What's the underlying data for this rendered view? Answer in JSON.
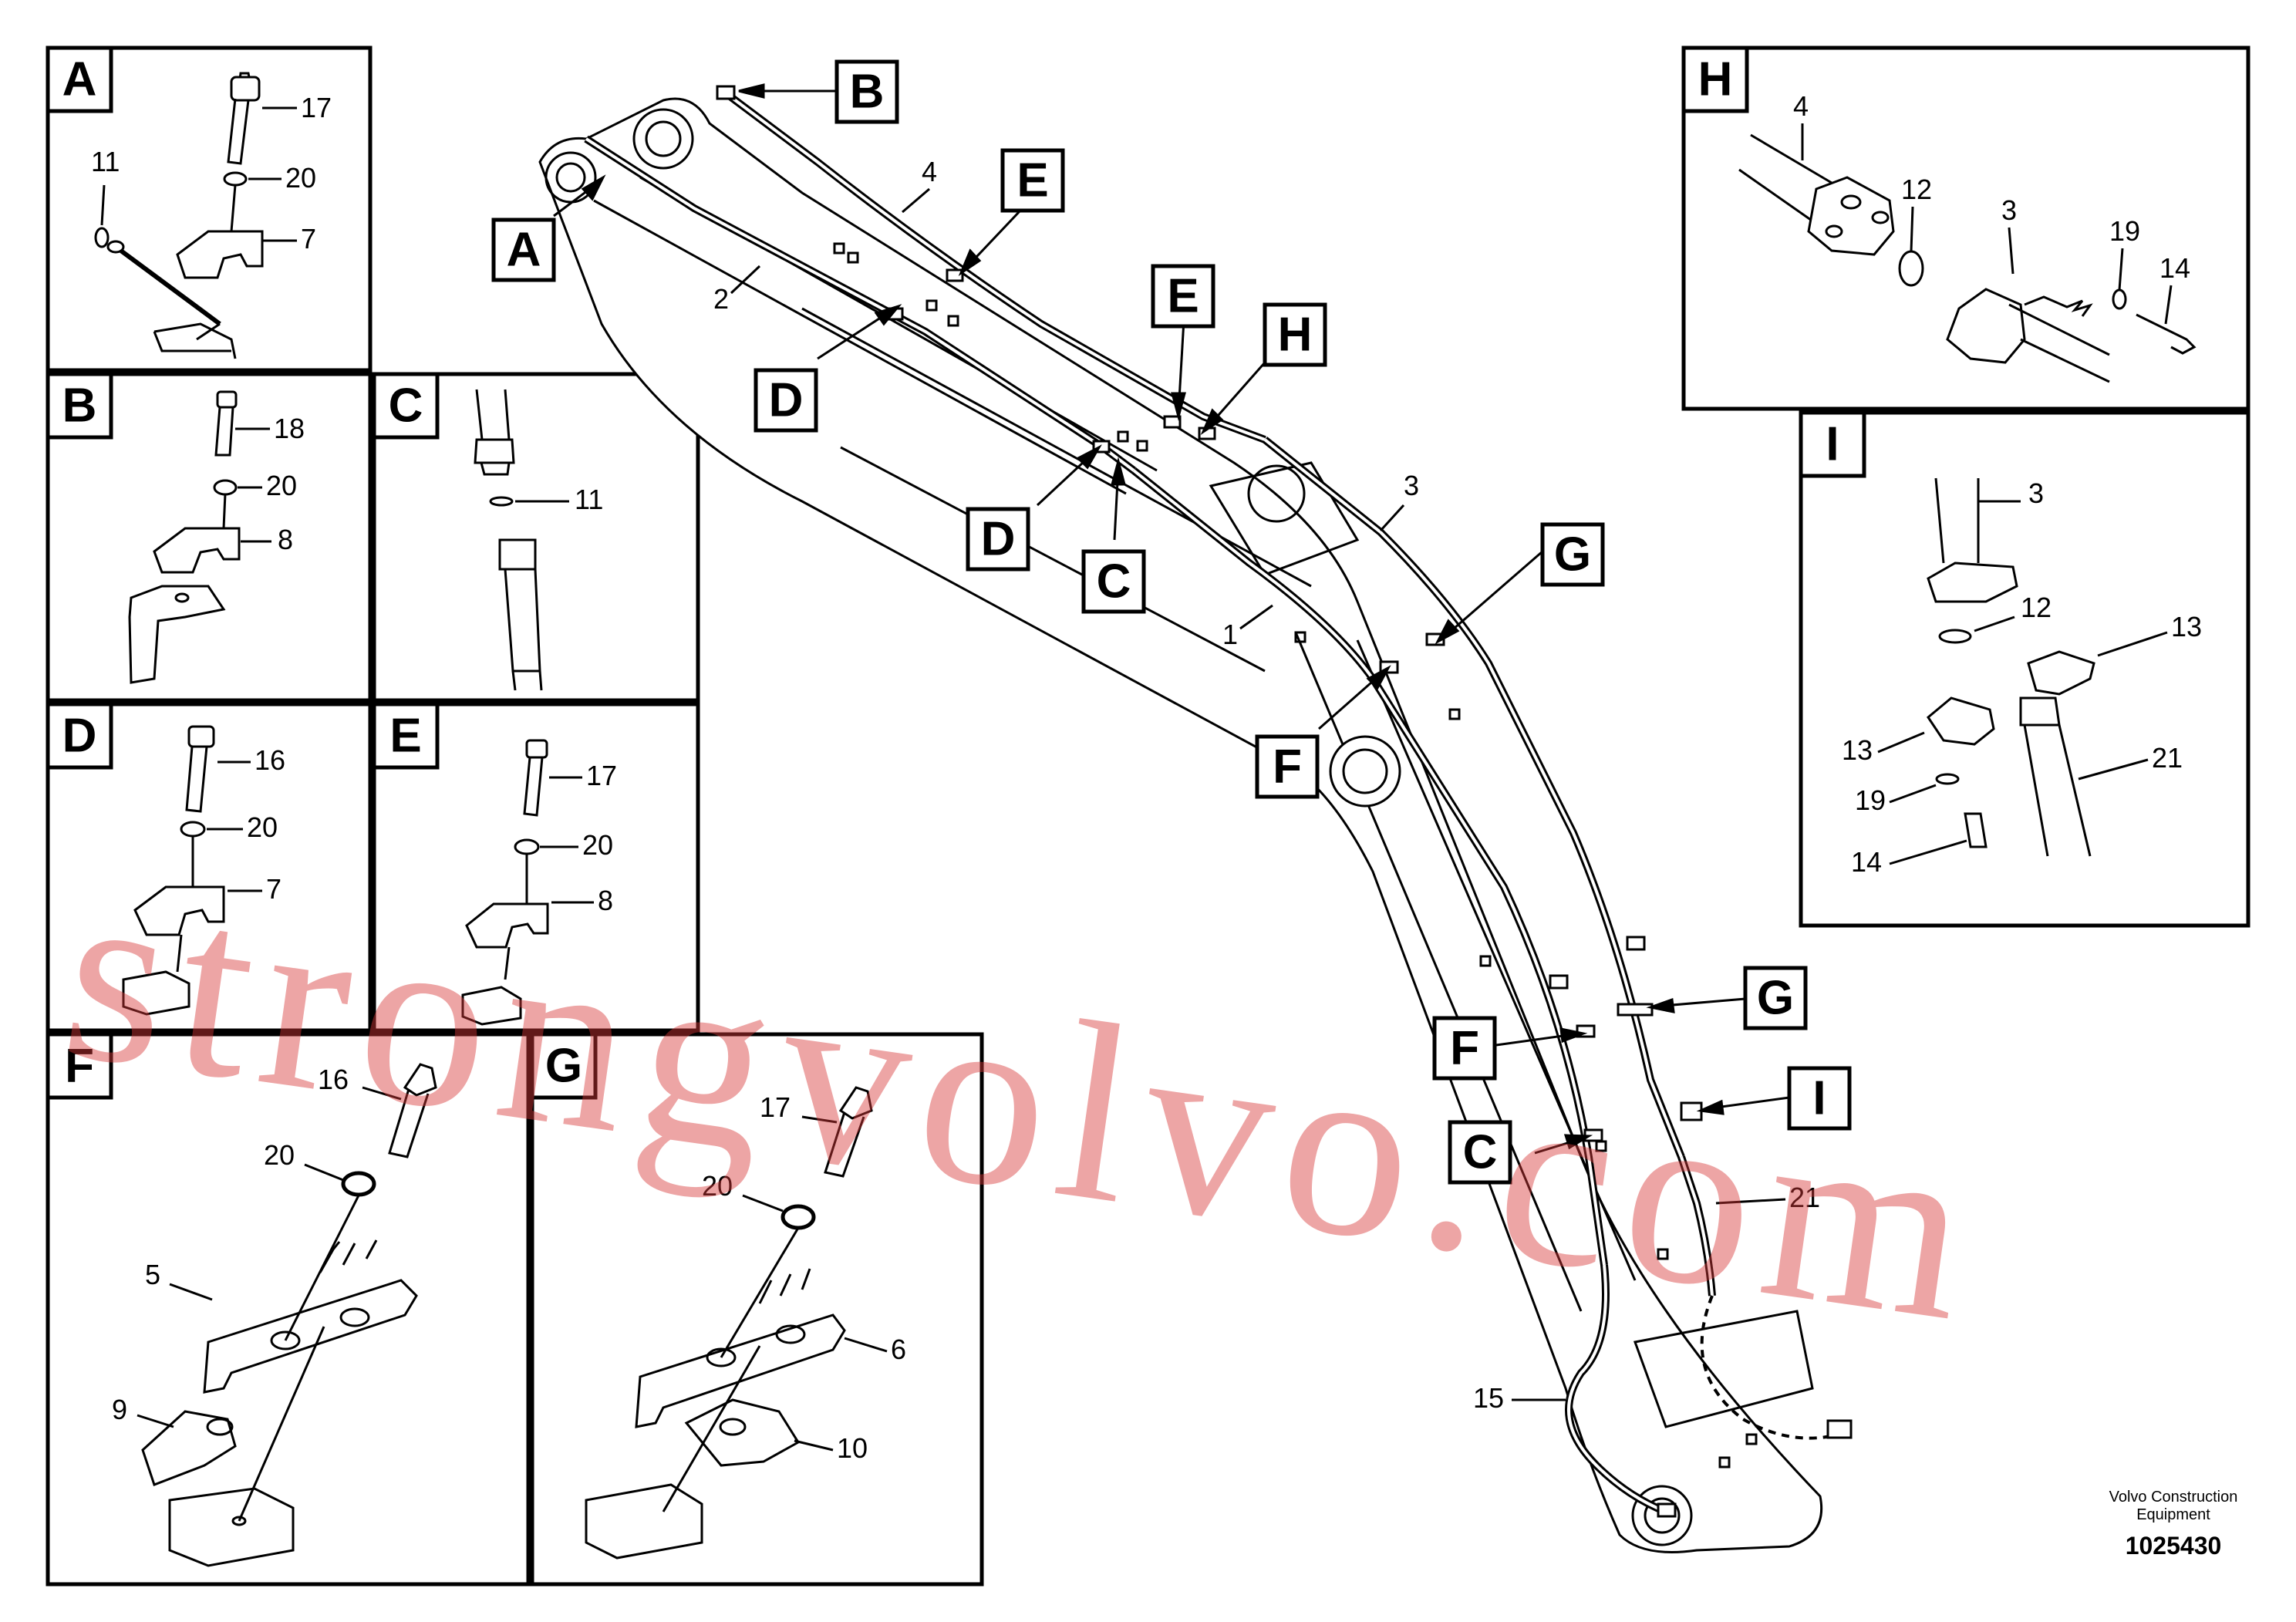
{
  "panels": [
    {
      "id": "A",
      "letter": "A",
      "parts": [
        "17",
        "20",
        "11",
        "7"
      ]
    },
    {
      "id": "B",
      "letter": "B",
      "parts": [
        "18",
        "20",
        "8"
      ]
    },
    {
      "id": "C",
      "letter": "C",
      "parts": [
        "11"
      ]
    },
    {
      "id": "D",
      "letter": "D",
      "parts": [
        "16",
        "20",
        "7"
      ]
    },
    {
      "id": "E",
      "letter": "E",
      "parts": [
        "17",
        "20",
        "8"
      ]
    },
    {
      "id": "F",
      "letter": "F",
      "parts": [
        "16",
        "20",
        "5",
        "9"
      ]
    },
    {
      "id": "G",
      "letter": "G",
      "parts": [
        "17",
        "20",
        "6",
        "10"
      ]
    },
    {
      "id": "H",
      "letter": "H",
      "parts": [
        "4",
        "12",
        "3",
        "19",
        "14"
      ]
    },
    {
      "id": "I",
      "letter": "I",
      "parts": [
        "3",
        "12",
        "13",
        "13",
        "19",
        "21",
        "14"
      ]
    }
  ],
  "main_callouts": [
    "B",
    "A",
    "E",
    "E",
    "H",
    "D",
    "D",
    "C",
    "G",
    "F",
    "G",
    "F",
    "I",
    "C"
  ],
  "main_parts": [
    "4",
    "2",
    "3",
    "1",
    "21",
    "15"
  ],
  "footer": {
    "company_line1": "Volvo Construction",
    "company_line2": "Equipment",
    "drawing_number": "1025430"
  },
  "watermark": "strongvolvo.com"
}
